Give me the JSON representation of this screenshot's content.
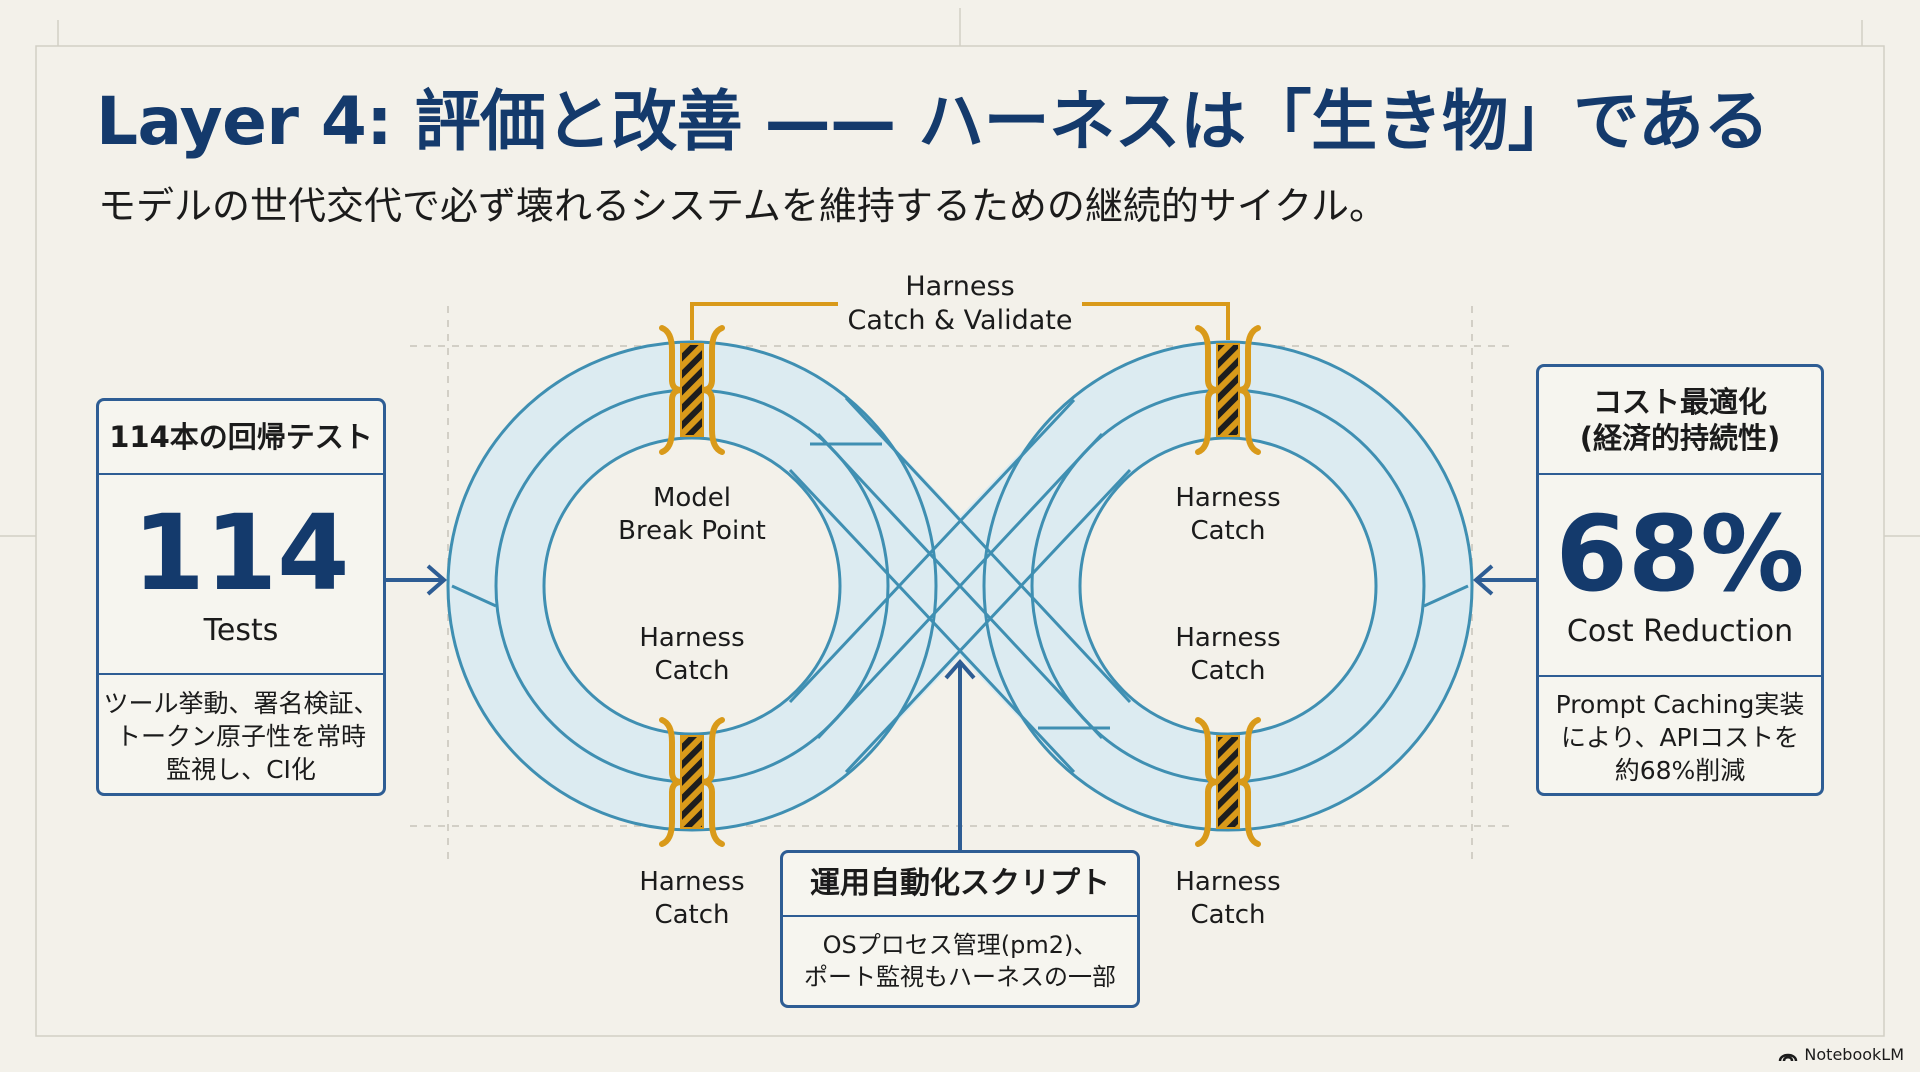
{
  "title": "Layer 4: 評価と改善 —— ハーネスは「生き物」である",
  "subtitle": "モデルの世代交代で必ず壊れるシステムを維持するための継続的サイクル。",
  "colors": {
    "background": "#f3f1ea",
    "title": "#143a6c",
    "panel_border": "#2e5d94",
    "loop_stroke": "#3f8fb2",
    "loop_fill": "#dcebf1",
    "clamp_gold": "#d99a1a",
    "hazard_dark": "#1e1e1e"
  },
  "left_panel": {
    "heading": "114本の回帰テスト",
    "number": "114",
    "unit": "Tests",
    "description": "ツール挙動、署名検証、\nトークン原子性を常時\n監視し、CI化"
  },
  "right_panel": {
    "heading": "コスト最適化\n(経済的持続性)",
    "number": "68%",
    "unit": "Cost Reduction",
    "description": "Prompt Caching実装\nにより、APIコストを\n約68%削減"
  },
  "bottom_panel": {
    "heading": "運用自動化スクリプト",
    "description": "OSプロセス管理(pm2)、\nポート監視もハーネスの一部"
  },
  "loop_labels": {
    "top": "Harness\nCatch & Validate",
    "model_break_point": "Model\nBreak Point",
    "left_inner_bottom": "Harness\nCatch",
    "right_inner_top": "Harness\nCatch",
    "right_inner_bottom": "Harness\nCatch",
    "left_outer_bottom": "Harness\nCatch",
    "right_outer_bottom": "Harness\nCatch"
  },
  "icons": [
    "arrow-right-icon",
    "arrow-left-icon",
    "arrow-up-icon",
    "clamp-icon",
    "notebooklm-logo-icon"
  ],
  "brand": "NotebookLM"
}
